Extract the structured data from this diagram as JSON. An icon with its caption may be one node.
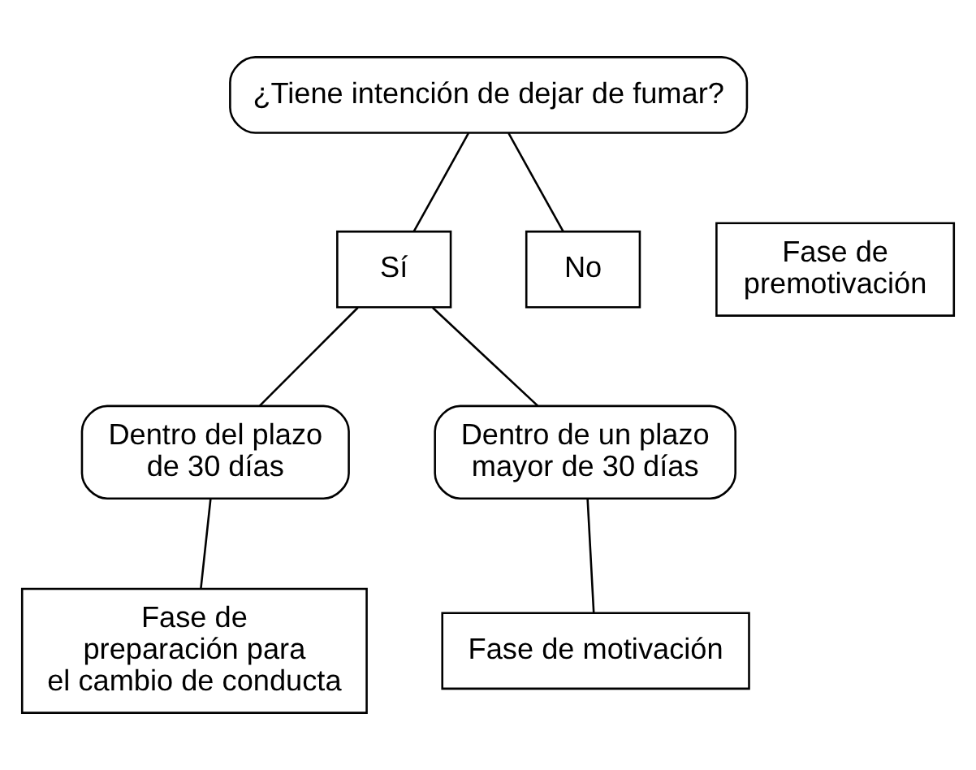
{
  "diagram": {
    "nodes": [
      {
        "text": [
          "¿Tiene intención de dejar de fumar?"
        ]
      },
      {
        "text": [
          "Sí"
        ]
      },
      {
        "text": [
          "No"
        ]
      },
      {
        "text": [
          "Fase de premotivación"
        ]
      },
      {
        "text": [
          "Dentro del plazo de 30 días"
        ]
      },
      {
        "text": [
          "Dentro de un plazo mayor de 30 días"
        ]
      },
      {
        "text": [
          "Fase de preparación para el cambio de conducta"
        ]
      },
      {
        "text": [
          "Fase de motivación"
        ]
      }
    ],
    "edges": [
      {
        "from": 0,
        "to": 1,
        "arrow": "none"
      },
      {
        "from": 0,
        "to": 2,
        "arrow": "none"
      },
      {
        "from": 1,
        "to": 4,
        "arrow": "none"
      },
      {
        "from": 1,
        "to": 5,
        "arrow": "none"
      },
      {
        "from": 4,
        "to": 6,
        "arrow": "none"
      },
      {
        "from": 5,
        "to": 7,
        "arrow": "none"
      }
    ]
  }
}
